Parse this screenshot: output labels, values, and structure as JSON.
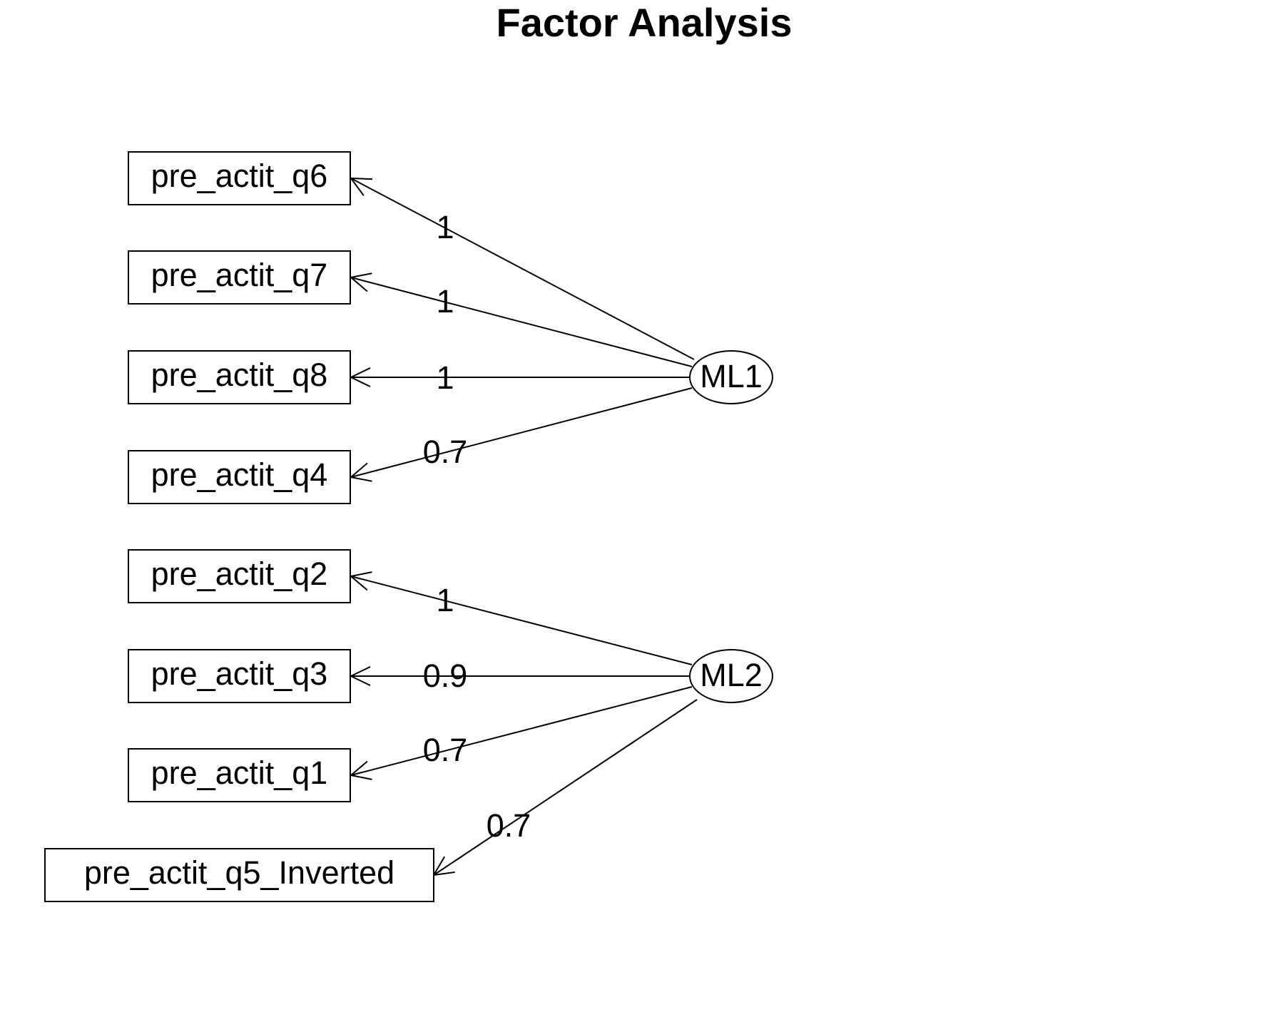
{
  "title": "Factor Analysis",
  "factors": [
    {
      "id": "ML1",
      "label": "ML1"
    },
    {
      "id": "ML2",
      "label": "ML2"
    }
  ],
  "variables": [
    {
      "id": "q6",
      "label": "pre_actit_q6"
    },
    {
      "id": "q7",
      "label": "pre_actit_q7"
    },
    {
      "id": "q8",
      "label": "pre_actit_q8"
    },
    {
      "id": "q4",
      "label": "pre_actit_q4"
    },
    {
      "id": "q2",
      "label": "pre_actit_q2"
    },
    {
      "id": "q3",
      "label": "pre_actit_q3"
    },
    {
      "id": "q1",
      "label": "pre_actit_q1"
    },
    {
      "id": "q5",
      "label": "pre_actit_q5_Inverted"
    }
  ],
  "loadings": [
    {
      "factor": "ML1",
      "variable": "q6",
      "value": "1"
    },
    {
      "factor": "ML1",
      "variable": "q7",
      "value": "1"
    },
    {
      "factor": "ML1",
      "variable": "q8",
      "value": "1"
    },
    {
      "factor": "ML1",
      "variable": "q4",
      "value": "0.7"
    },
    {
      "factor": "ML2",
      "variable": "q2",
      "value": "1"
    },
    {
      "factor": "ML2",
      "variable": "q3",
      "value": "0.9"
    },
    {
      "factor": "ML2",
      "variable": "q1",
      "value": "0.7"
    },
    {
      "factor": "ML2",
      "variable": "q5",
      "value": "0.7"
    }
  ]
}
